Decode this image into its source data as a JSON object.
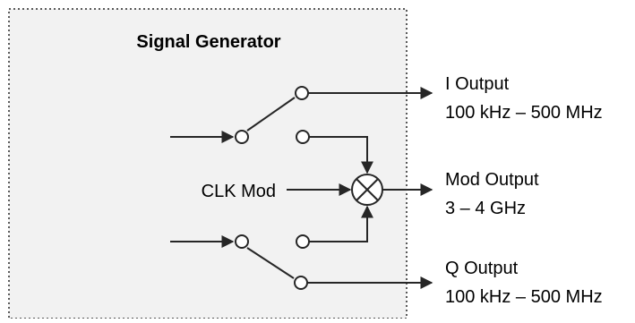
{
  "block": {
    "title": "Signal Generator",
    "fill": "#F2F2F2",
    "border": "#595959",
    "border_style": "dotted"
  },
  "inputs": {
    "clk_mod": "CLK Mod"
  },
  "outputs": {
    "i_output": {
      "name": "I Output",
      "range": "100 kHz – 500 MHz"
    },
    "mod_output": {
      "name": "Mod Output",
      "range": "3 – 4 GHz"
    },
    "q_output": {
      "name": "Q Output",
      "range": "100 kHz – 500 MHz"
    }
  },
  "colors": {
    "line": "#262626",
    "text": "#000000"
  },
  "icons": {
    "mixer": "circle-cross-mixer-icon",
    "switch": "spdt-switch-icon"
  }
}
